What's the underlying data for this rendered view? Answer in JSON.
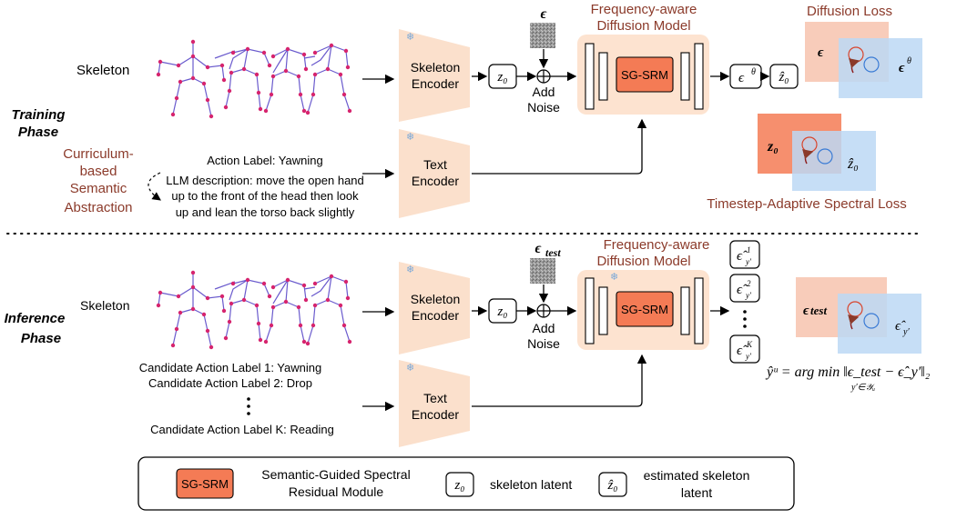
{
  "training": {
    "phase_title_line1": "Training",
    "phase_title_line2": "Phase",
    "skeleton_label": "Skeleton",
    "skeleton_encoder_line1": "Skeleton",
    "skeleton_encoder_line2": "Encoder",
    "text_encoder_line1": "Text",
    "text_encoder_line2": "Encoder",
    "z0": "z₀",
    "noise_symbol": "ϵ",
    "add_noise_line1": "Add",
    "add_noise_line2": "Noise",
    "model_title_line1": "Frequency-aware",
    "model_title_line2": "Diffusion Model",
    "sgsrm": "SG-SRM",
    "eps_theta": "ϵ",
    "eps_theta_sup": "θ",
    "z0_hat": "ẑ₀",
    "curriculum_line1": "Curriculum-",
    "curriculum_line2": "based",
    "curriculum_line3": "Semantic",
    "curriculum_line4": "Abstraction",
    "action_label": "Action Label: Yawning",
    "llm_line1": "LLM description: move the open hand",
    "llm_line2": "up to the front of the head then look",
    "llm_line3": "up and lean the torso back slightly",
    "diffusion_loss_title": "Diffusion  Loss",
    "diffusion_loss_left": "ϵ",
    "diffusion_loss_right": "ϵ",
    "diffusion_loss_right_sup": "θ",
    "spectral_left": "z₀",
    "spectral_right": "ẑ₀",
    "spectral_title": "Timestep-Adaptive Spectral Loss"
  },
  "inference": {
    "phase_title_line1": "Inference",
    "phase_title_line2": "Phase",
    "skeleton_label": "Skeleton",
    "skeleton_encoder_line1": "Skeleton",
    "skeleton_encoder_line2": "Encoder",
    "text_encoder_line1": "Text",
    "text_encoder_line2": "Encoder",
    "z0": "z₀",
    "noise_symbol": "ϵ",
    "noise_sub": "test",
    "add_noise_line1": "Add",
    "add_noise_line2": "Noise",
    "model_title_line1": "Frequency-aware",
    "model_title_line2": "Diffusion Model",
    "sgsrm": "SG-SRM",
    "eps_outputs": [
      "1",
      "2",
      "K"
    ],
    "eps_out_base": "ϵ̂",
    "eps_out_sub": "y′",
    "candidate1": "Candidate Action Label 1: Yawning",
    "candidate2": "Candidate Action Label 2: Drop",
    "candidateK": "Candidate Action Label K: Reading",
    "venn_left": "ϵ",
    "venn_left_sub": "test",
    "venn_right": "ϵ̂",
    "venn_right_sub": "y′",
    "formula": "ŷᵘ = arg min ‖ϵ_test − ϵ̂_y′‖₂",
    "formula_sub": "y′∈𝒴ᵤ"
  },
  "legend": {
    "sgsrm_box": "SG-SRM",
    "sgsrm_desc_line1": "Semantic-Guided Spectral",
    "sgsrm_desc_line2": "Residual Module",
    "z0_box": "z₀",
    "z0_desc": "skeleton latent",
    "z0hat_box": "ẑ₀",
    "z0hat_desc_line1": "estimated skeleton",
    "z0hat_desc_line2": "latent"
  },
  "colors": {
    "encoder_fill": "#fbe0cc",
    "model_fill": "#fde3d0",
    "sgsrm_fill": "#f47b55",
    "loss_red": "#f8c9b6",
    "loss_blue": "#bcd8f5",
    "title_brown": "#8b3a2a",
    "skeleton_line": "#6a5acd",
    "skeleton_joint": "#d6246e"
  },
  "icons": [
    "snowflake-icon",
    "noise-patch-icon",
    "plus-circle-icon",
    "dots-icon"
  ]
}
